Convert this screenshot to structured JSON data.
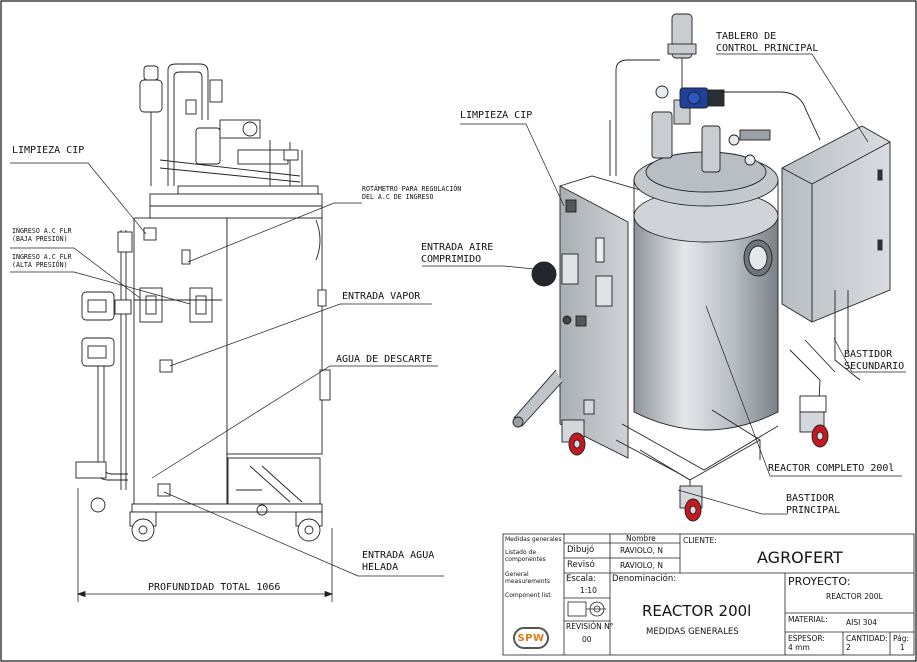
{
  "labels": {
    "limpieza_cip_left": "LIMPIEZA CIP",
    "ingreso_baja_1": "INGRESO A.C FLR",
    "ingreso_baja_2": "(BAJA PRESIÓN)",
    "ingreso_alta_1": "INGRESO A.C FLR",
    "ingreso_alta_2": "(ALTA PRESIÓN)",
    "rotametro_1": "ROTÁMETRO PARA REGULACIÓN",
    "rotametro_2": "DEL A.C DE INGRESO",
    "entrada_vapor": "ENTRADA VAPOR",
    "agua_descarte": "AGUA DE DESCARTE",
    "entrada_agua_1": "ENTRADA AGUA",
    "entrada_agua_2": "HELADA",
    "profundidad": "PROFUNDIDAD TOTAL 1066",
    "limpieza_cip_right": "LIMPIEZA CIP",
    "entrada_aire_1": "ENTRADA AIRE",
    "entrada_aire_2": "COMPRIMIDO",
    "tablero_1": "TABLERO DE",
    "tablero_2": "CONTROL PRINCIPAL",
    "bastidor_sec_1": "BASTIDOR",
    "bastidor_sec_2": "SECUNDARIO",
    "reactor_completo": "REACTOR COMPLETO 200l",
    "bastidor_pri_1": "BASTIDOR",
    "bastidor_pri_2": "PRINCIPAL"
  },
  "title_block": {
    "legend": {
      "medidas": "Medidas generales",
      "listado_1": "Listado de",
      "listado_2": "componentes",
      "general_1": "General",
      "general_2": "measurements",
      "component": "Component list"
    },
    "nombre_header": "Nombre",
    "dibujo_label": "Dibujó",
    "dibujo_name": "RAVIOLO, N",
    "reviso_label": "Revisó",
    "reviso_name": "RAVIOLO, N",
    "cliente_label": "CLIENTE:",
    "cliente_value": "AGROFERT",
    "escala_label": "Escala:",
    "escala_value": "1:10",
    "revision_label": "REVISIÓN N°",
    "revision_value": "00",
    "denominacion_label": "Denominación:",
    "denominacion_1": "REACTOR 200l",
    "denominacion_2": "MEDIDAS GENERALES",
    "proyecto_label": "PROYECTO:",
    "proyecto_value": "REACTOR 200L",
    "material_label": "MATERIAL:",
    "material_value": "AISI 304",
    "espesor_label": "ESPESOR:",
    "espesor_value": "4 mm",
    "cantidad_label": "CANTIDAD:",
    "cantidad_value": "2",
    "pag_label": "Pág:",
    "pag_value": "1",
    "logo_text": "SPW"
  },
  "colors": {
    "steel": "#c9cdd2",
    "blue_motor": "#1f3f99",
    "red_wheel": "#c31a22",
    "logo_orange": "#e07a12"
  }
}
